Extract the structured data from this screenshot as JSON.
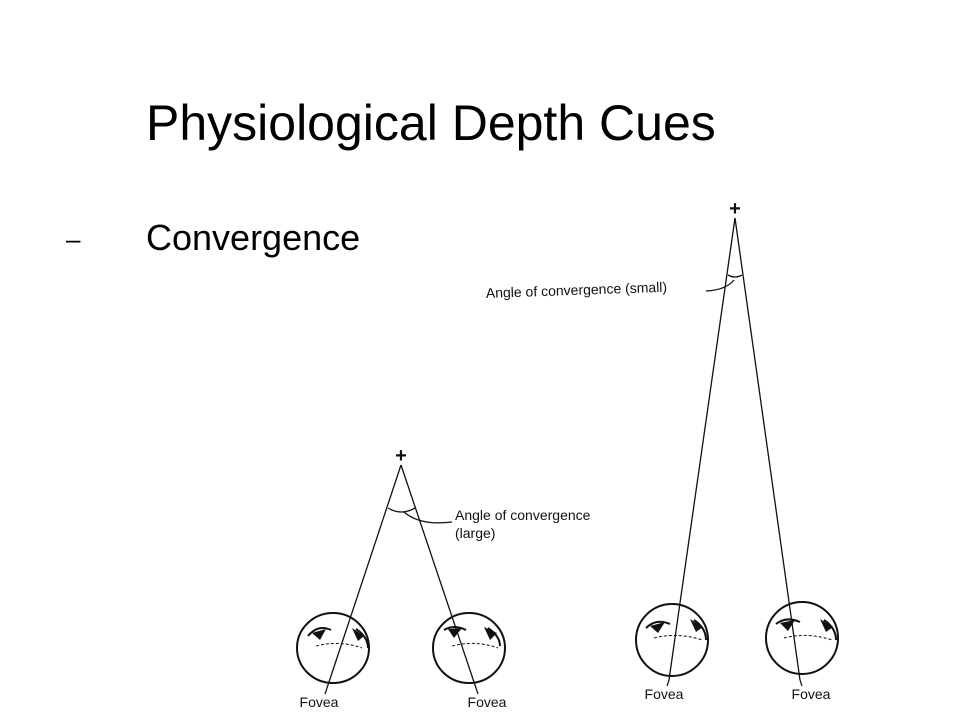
{
  "slide": {
    "title": "Physiological Depth Cues",
    "bullet_marker": "–",
    "bullet_text": "Convergence"
  },
  "diagram": {
    "near_target": {
      "fixation_marker": "+",
      "angle_label_line1": "Angle of convergence",
      "angle_label_line2": "(large)",
      "left_eye_label": "Fovea",
      "right_eye_label": "Fovea"
    },
    "far_target": {
      "fixation_marker": "+",
      "angle_label": "Angle of convergence (small)",
      "left_eye_label": "Fovea",
      "right_eye_label": "Fovea"
    }
  }
}
